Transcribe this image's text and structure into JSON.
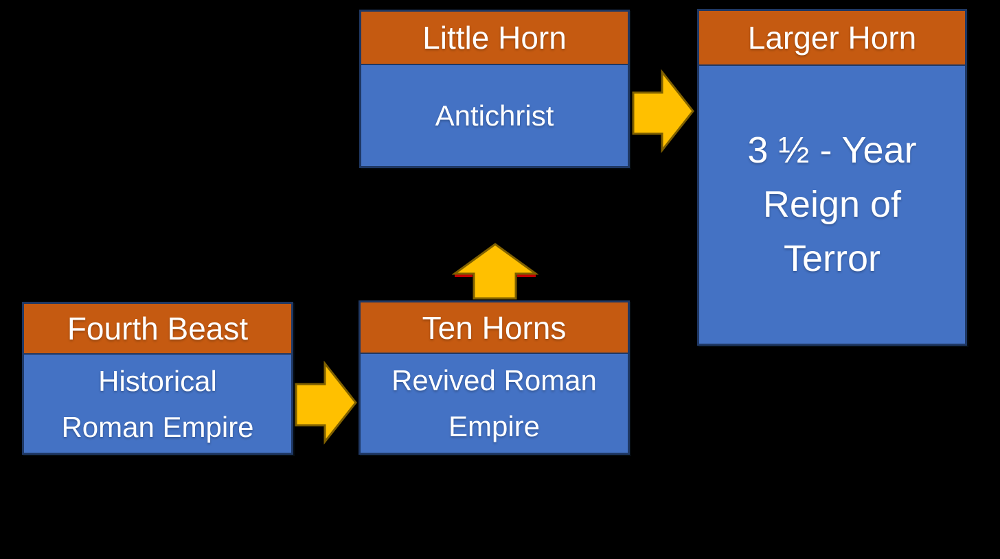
{
  "diagram": {
    "background_color": "#000000",
    "colors": {
      "node_header_fill": "#C55A11",
      "node_body_fill": "#4472C4",
      "node_border": "#1F3864",
      "arrow_fill": "#FFC000",
      "arrow_outline": "#7F6000",
      "arrow_red_accent": "#C00000",
      "text": "#FFFFFF"
    },
    "boxes": [
      {
        "id": "little-horn",
        "header": "Little Horn",
        "body_lines": [
          "Antichrist"
        ]
      },
      {
        "id": "larger-horn",
        "header": "Larger Horn",
        "body_lines": [
          "3 ½ - Year",
          "Reign of",
          "Terror"
        ]
      },
      {
        "id": "fourth-beast",
        "header": "Fourth Beast",
        "body_lines": [
          "Historical",
          "Roman Empire"
        ]
      },
      {
        "id": "ten-horns",
        "header": "Ten Horns",
        "body_lines": [
          "Revived Roman",
          "Empire"
        ]
      }
    ],
    "arrows": [
      {
        "from": "fourth-beast",
        "to": "ten-horns",
        "direction": "right"
      },
      {
        "from": "ten-horns",
        "to": "little-horn",
        "direction": "up"
      },
      {
        "from": "little-horn",
        "to": "larger-horn",
        "direction": "right"
      }
    ]
  }
}
